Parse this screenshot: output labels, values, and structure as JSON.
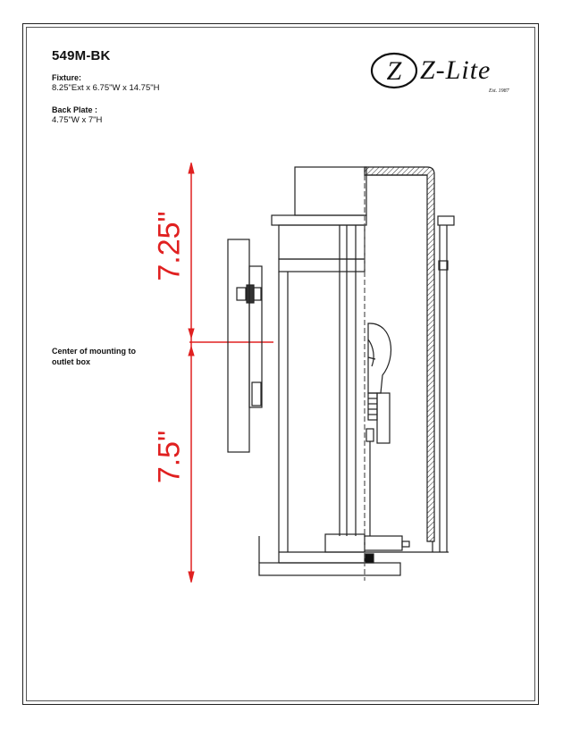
{
  "header": {
    "model": "549M-BK",
    "fixture_label": "Fixture:",
    "fixture_value": "8.25\"Ext x 6.75\"W x 14.75\"H",
    "backplate_label": "Back Plate :",
    "backplate_value": "4.75\"W x 7\"H"
  },
  "logo": {
    "monogram": "Z",
    "brand": "Z-Lite",
    "est": "Est. 1987"
  },
  "notes": {
    "center_mounting": "Center of mounting to outlet box"
  },
  "dimensions": {
    "upper": "7.25\"",
    "lower": "7.5\"",
    "accent_color": "#e02020"
  }
}
